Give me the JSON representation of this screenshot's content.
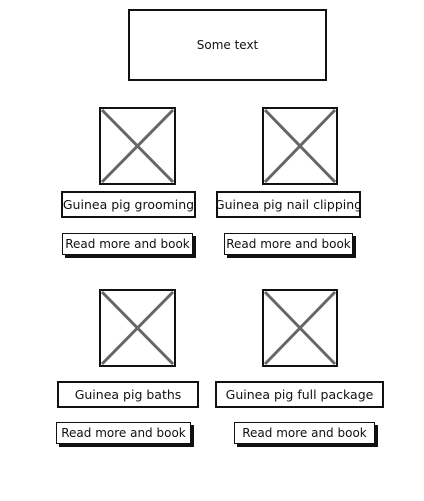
{
  "header": {
    "text": "Some text"
  },
  "services": [
    {
      "label": "Guinea pig grooming",
      "button": "Read more and book"
    },
    {
      "label": "Guinea pig nail clipping",
      "button": "Read more and book"
    },
    {
      "label": "Guinea pig baths",
      "button": "Read more and book"
    },
    {
      "label": "Guinea pig full package",
      "button": "Read more and book"
    }
  ],
  "colors": {
    "stroke": "#111111",
    "placeholder_cross": "#666666"
  }
}
